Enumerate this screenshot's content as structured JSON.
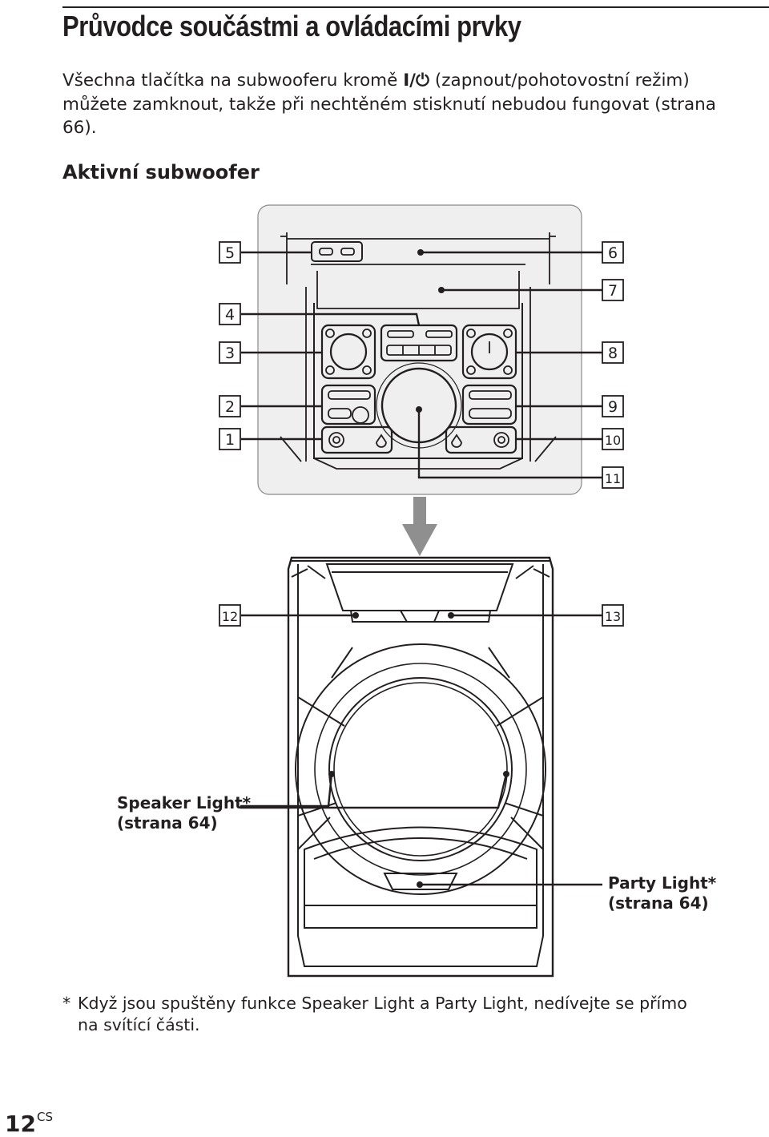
{
  "page": {
    "title": "Průvodce součástmi a ovládacími prvky",
    "intro_part1": "Všechna tlačítka na subwooferu kromě ",
    "power_symbol": "I/⏻",
    "intro_part2": " (zapnout/pohotovostní režim) můžete zamknout, takže při nechtěném stisknutí nebudou fungovat (strana 66).",
    "subheading": "Aktivní subwoofer",
    "callouts": [
      "5",
      "4",
      "3",
      "2",
      "1",
      "6",
      "7",
      "8",
      "9",
      "10",
      "11",
      "12",
      "13"
    ],
    "speaker_light_label": "Speaker Light*",
    "speaker_light_ref": "(strana 64)",
    "party_light_label": "Party Light*",
    "party_light_ref": "(strana 64)",
    "footnote_mark": "*",
    "footnote_text": "Když jsou spuštěny funkce Speaker Light a Party Light, nedívejte se přímo na svítící části.",
    "page_number": "12",
    "page_suffix": "CS"
  }
}
